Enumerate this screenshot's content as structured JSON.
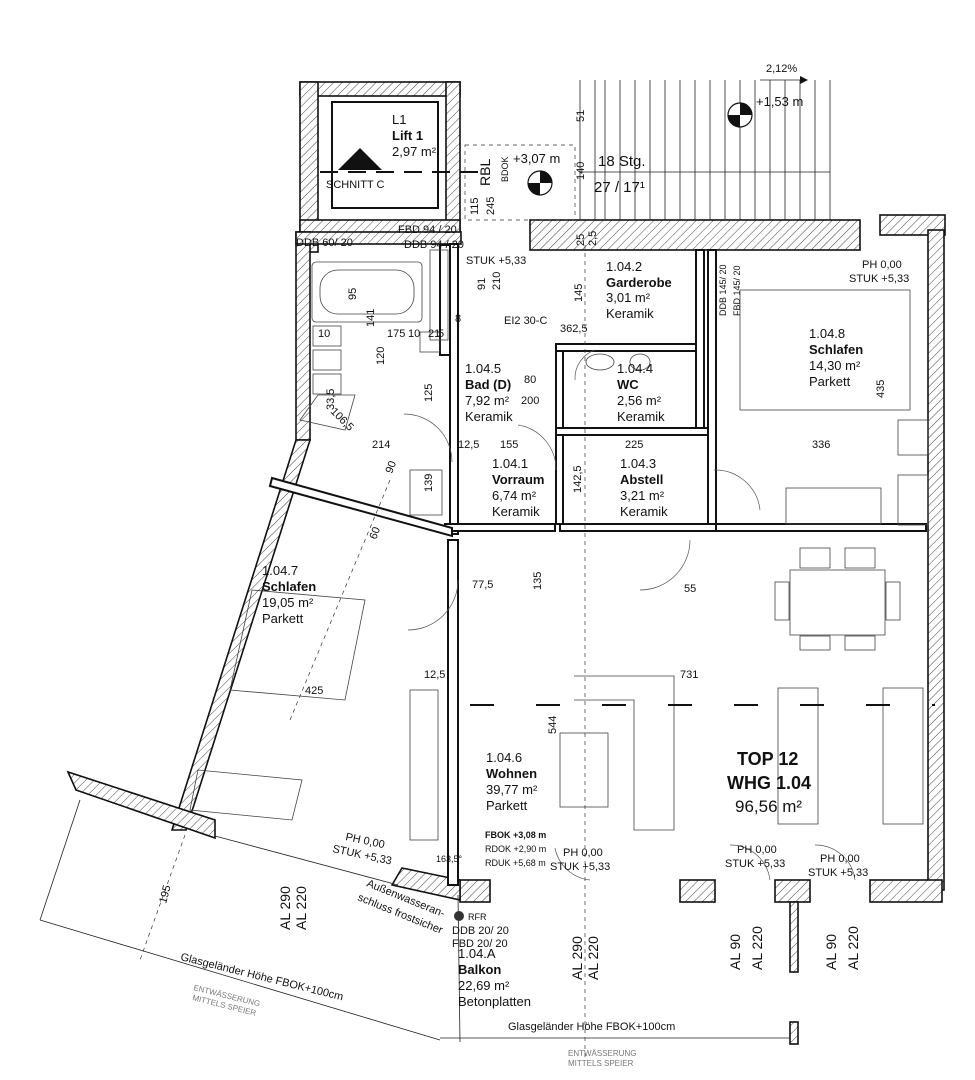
{
  "top_unit": {
    "top": "TOP 12",
    "whg": "WHG 1.04",
    "area": "96,56 m²"
  },
  "lift": {
    "code": "L1",
    "name": "Lift 1",
    "area": "2,97 m²"
  },
  "section_marker": "SCHNITT C",
  "stair": {
    "steps": "18 Stg.",
    "ratio": "27 / 17¹",
    "slope": "2,12%",
    "level_top": "+1,53 m",
    "level_mid": "+3,07 m",
    "rbl": "RBL",
    "rbl_sub": "BDOK"
  },
  "rooms": [
    {
      "num": "1.04.2",
      "name": "Garderobe",
      "area": "3,01 m²",
      "floor": "Keramik"
    },
    {
      "num": "1.04.8",
      "name": "Schlafen",
      "area": "14,30 m²",
      "floor": "Parkett"
    },
    {
      "num": "1.04.5",
      "name": "Bad (D)",
      "area": "7,92 m²",
      "floor": "Keramik"
    },
    {
      "num": "1.04.4",
      "name": "WC",
      "area": "2,56 m²",
      "floor": "Keramik"
    },
    {
      "num": "1.04.1",
      "name": "Vorraum",
      "area": "6,74 m²",
      "floor": "Keramik"
    },
    {
      "num": "1.04.3",
      "name": "Abstell",
      "area": "3,21 m²",
      "floor": "Keramik"
    },
    {
      "num": "1.04.7",
      "name": "Schlafen",
      "area": "19,05 m²",
      "floor": "Parkett"
    },
    {
      "num": "1.04.6",
      "name": "Wohnen",
      "area": "39,77 m²",
      "floor": "Parkett"
    },
    {
      "num": "1.04.A",
      "name": "Balkon",
      "area": "22,69 m²",
      "floor": "Betonplatten"
    }
  ],
  "labels": {
    "fbd_top": "FBD 94 / 20",
    "ddb_60": "DDB 60/ 20",
    "ddb_94": "DDB 94 / 20",
    "stuk_533": "STUK +5,33",
    "ph000": "PH 0,00",
    "ei2": "EI2 30-C",
    "ddb145": "DDB 145/ 20",
    "fbd145": "FBD 145/ 20",
    "fbok": "FBOK +3,08 m",
    "rdok": "RDOK +2,90 m",
    "rduk": "RDUK +5,68 m",
    "aussen1": "Außenwasseran-",
    "aussen2": "schluss frostsicher",
    "rfr": "RFR",
    "ddb_bal": "DDB 20/ 20",
    "fbd_bal": "FBD  20/ 20",
    "glas1": "Glasgeländer Höhe FBOK+100cm",
    "glas2": "Glasgeländer Höhe FBOK+100cm",
    "entw1": "ENTWÄSSERUNG",
    "entw2": "MITTELS SPEIER",
    "entw3": "ENTWÄSSERUNG",
    "entw4": "MITTELS SPEIER",
    "al290": "AL 290",
    "al220": "AL 220",
    "al90": "AL 90",
    "angle": "163,5°"
  },
  "dims": [
    "51",
    "140",
    "115",
    "245",
    "91",
    "210",
    "145",
    "362,5",
    "175",
    "10",
    "21",
    "5",
    "8",
    "120",
    "141",
    "95",
    "10",
    "33,5",
    "106,5",
    "125",
    "80",
    "200",
    "214",
    "12,5",
    "155",
    "225",
    "336",
    "139",
    "90",
    "60",
    "142,5",
    "135",
    "77,5",
    "55",
    "435",
    "731",
    "425",
    "544",
    "195",
    "25",
    "2,5",
    "12,5"
  ]
}
